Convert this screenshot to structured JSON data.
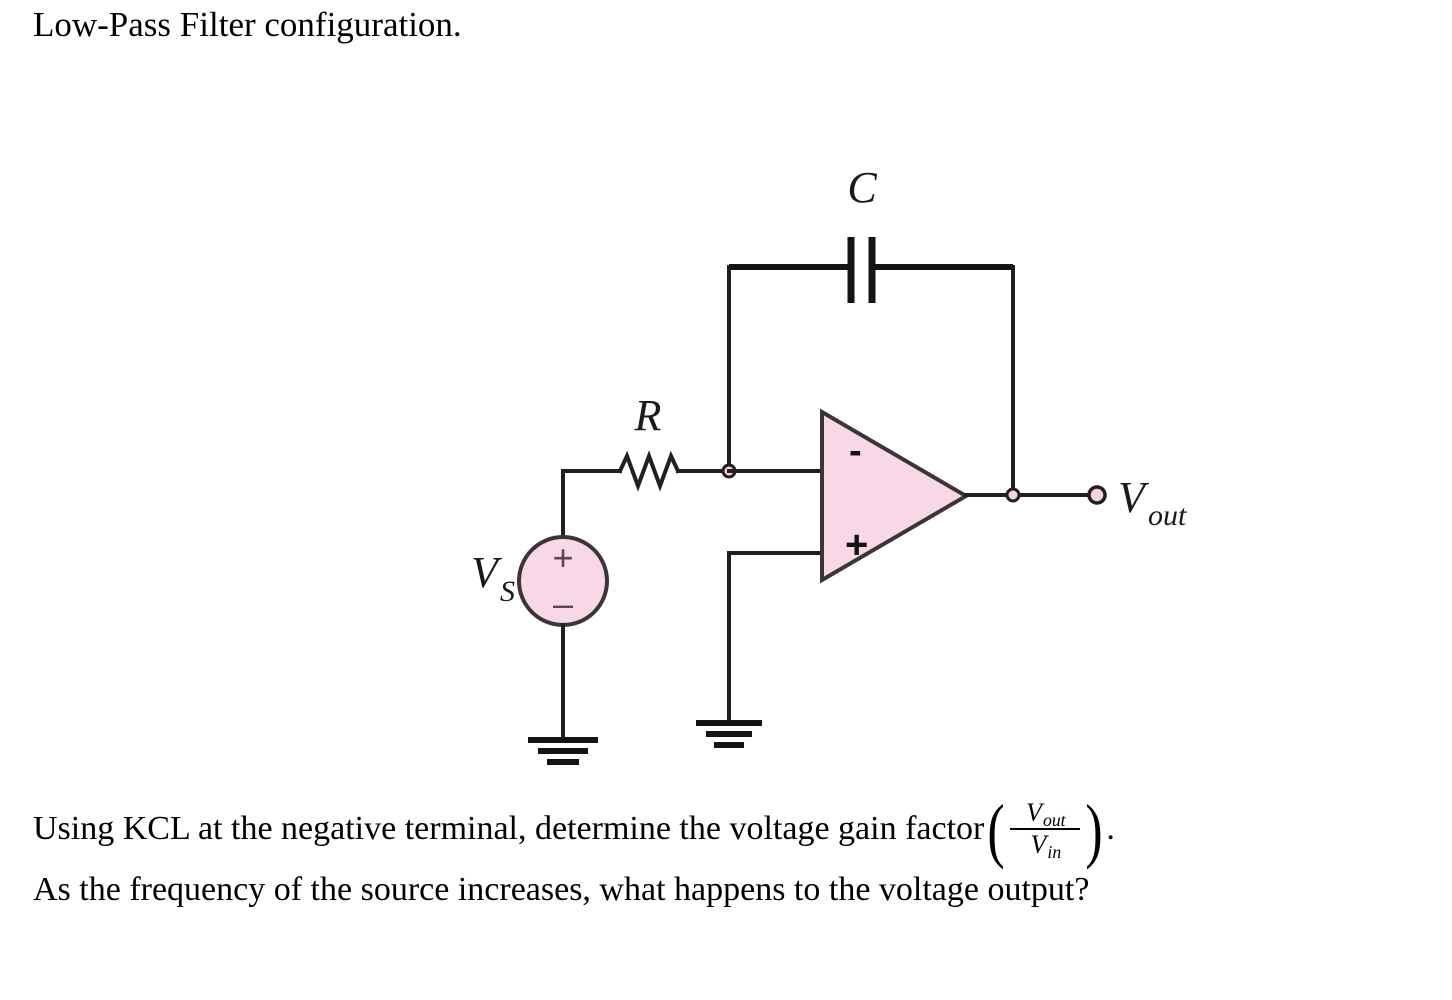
{
  "title": {
    "text": "Low-Pass Filter configuration."
  },
  "colors": {
    "component_fill": "#F8D7E7",
    "wire": "#231F20",
    "text": "#000000",
    "node_fill": "#F6D3E4"
  },
  "circuit": {
    "name": "inverting-low-pass-filter",
    "labels": {
      "capacitor": "C",
      "resistor": "R",
      "source_main": "V",
      "source_sub": "S",
      "output_main": "V",
      "output_sub": "out",
      "inverting_sign": "-",
      "noninverting_sign": "+",
      "source_plus": "+",
      "source_minus": "–"
    },
    "components": [
      {
        "id": "capacitor-C",
        "type": "capacitor",
        "label": "C"
      },
      {
        "id": "resistor-R",
        "type": "resistor",
        "label": "R"
      },
      {
        "id": "opamp",
        "type": "operational-amplifier",
        "inputs": [
          "-",
          "+"
        ]
      },
      {
        "id": "source-Vs",
        "type": "voltage-source",
        "label": "Vs"
      },
      {
        "id": "ground-source",
        "type": "ground"
      },
      {
        "id": "ground-noninverting",
        "type": "ground"
      },
      {
        "id": "terminal-Vout",
        "type": "output-terminal",
        "label": "Vout"
      }
    ]
  },
  "prompt": {
    "line1_before": "Using KCL at the negative terminal, determine the voltage gain factor",
    "gain_numerator_main": "V",
    "gain_numerator_sub": "out",
    "gain_denominator_main": "V",
    "gain_denominator_sub": "in",
    "paren_open": "(",
    "paren_close": ")",
    "line1_after": ".",
    "line2": "As the frequency of the source increases, what happens to the voltage output?"
  }
}
